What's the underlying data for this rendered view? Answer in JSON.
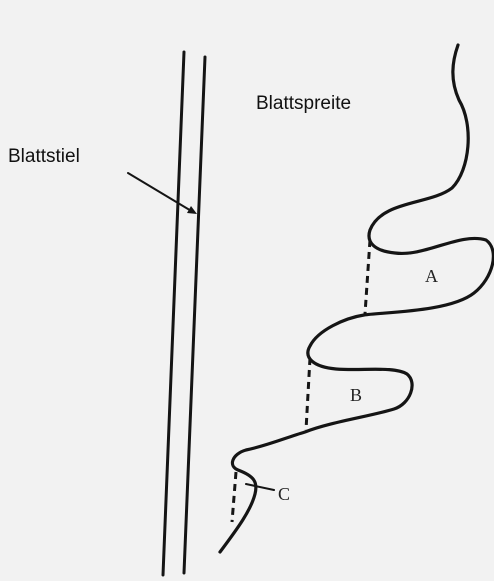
{
  "labels": {
    "stiel": "Blattstiel",
    "spreite": "Blattspreite",
    "a": "A",
    "b": "B",
    "c": "C"
  },
  "colors": {
    "ink": "#151515",
    "paper": "#f2f2f2"
  }
}
